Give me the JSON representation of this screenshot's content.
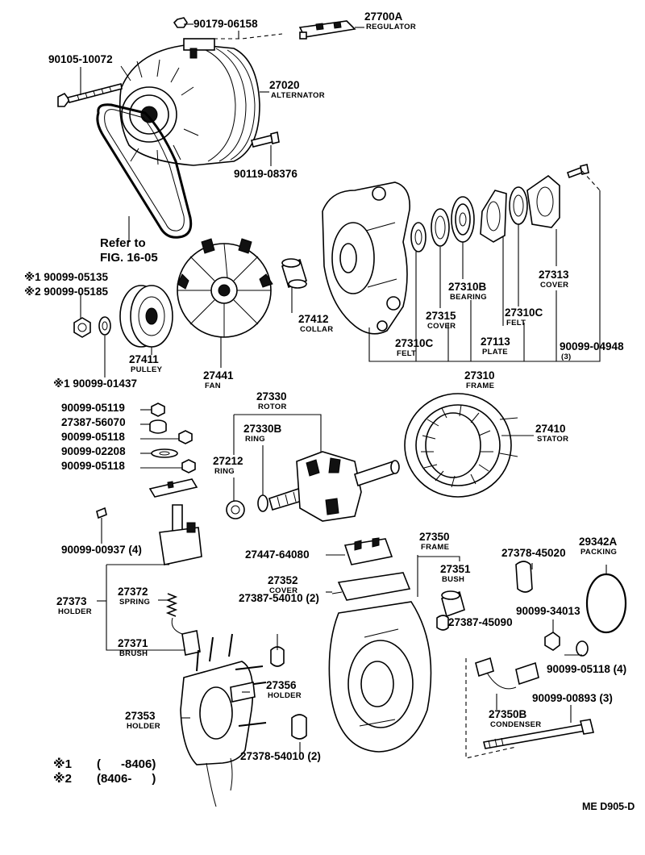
{
  "parts": [
    {
      "id": "p1",
      "number": "90179-06158",
      "name": ""
    },
    {
      "id": "p2",
      "number": "27700A",
      "name": "REGULATOR"
    },
    {
      "id": "p3",
      "number": "90105-10072",
      "name": ""
    },
    {
      "id": "p4",
      "number": "27020",
      "name": "ALTERNATOR"
    },
    {
      "id": "p5",
      "number": "90119-08376",
      "name": ""
    },
    {
      "id": "p7",
      "number": "※1 90099-05135",
      "name": ""
    },
    {
      "id": "p8",
      "number": "※2 90099-05185",
      "name": ""
    },
    {
      "id": "p9",
      "number": "27411",
      "name": "PULLEY"
    },
    {
      "id": "p10",
      "number": "※1 90099-01437",
      "name": ""
    },
    {
      "id": "p11",
      "number": "27441",
      "name": "FAN"
    },
    {
      "id": "p12",
      "number": "27412",
      "name": "COLLAR"
    },
    {
      "id": "p13",
      "number": "27310B",
      "name": "BEARING"
    },
    {
      "id": "p14",
      "number": "27313",
      "name": "COVER"
    },
    {
      "id": "p15",
      "number": "27315",
      "name": "COVER"
    },
    {
      "id": "p16",
      "number": "27310C",
      "name": "FELT"
    },
    {
      "id": "p17",
      "number": "27310C",
      "name": "FELT"
    },
    {
      "id": "p18",
      "number": "27113",
      "name": "PLATE"
    },
    {
      "id": "p19",
      "number": "90099-04948",
      "name": "(3)"
    },
    {
      "id": "p20",
      "number": "27310",
      "name": "FRAME"
    },
    {
      "id": "p21",
      "number": "90099-05119",
      "name": ""
    },
    {
      "id": "p22",
      "number": "27387-56070",
      "name": ""
    },
    {
      "id": "p23",
      "number": "90099-05118",
      "name": ""
    },
    {
      "id": "p24",
      "number": "90099-02208",
      "name": ""
    },
    {
      "id": "p25",
      "number": "90099-05118",
      "name": ""
    },
    {
      "id": "p26",
      "number": "27330",
      "name": "ROTOR"
    },
    {
      "id": "p27",
      "number": "27330B",
      "name": "RING"
    },
    {
      "id": "p28",
      "number": "27212",
      "name": "RING"
    },
    {
      "id": "p29",
      "number": "27410",
      "name": "STATOR"
    },
    {
      "id": "p30",
      "number": "90099-00937 (4)",
      "name": ""
    },
    {
      "id": "p31",
      "number": "27447-64080",
      "name": ""
    },
    {
      "id": "p32",
      "number": "27350",
      "name": "FRAME"
    },
    {
      "id": "p33",
      "number": "27378-45020",
      "name": ""
    },
    {
      "id": "p34",
      "number": "29342A",
      "name": "PACKING"
    },
    {
      "id": "p35",
      "number": "27351",
      "name": "BUSH"
    },
    {
      "id": "p36",
      "number": "27352",
      "name": "COVER"
    },
    {
      "id": "p37",
      "number": "27372",
      "name": "SPRING"
    },
    {
      "id": "p38",
      "number": "27373",
      "name": "HOLDER"
    },
    {
      "id": "p39",
      "number": "27387-54010 (2)",
      "name": ""
    },
    {
      "id": "p40",
      "number": "90099-34013",
      "name": ""
    },
    {
      "id": "p41",
      "number": "27387-45090",
      "name": ""
    },
    {
      "id": "p42",
      "number": "90099-05118 (4)",
      "name": ""
    },
    {
      "id": "p43",
      "number": "27371",
      "name": "BRUSH"
    },
    {
      "id": "p44",
      "number": "27356",
      "name": "HOLDER"
    },
    {
      "id": "p45",
      "number": "90099-00893 (3)",
      "name": ""
    },
    {
      "id": "p46",
      "number": "27350B",
      "name": "CONDENSER"
    },
    {
      "id": "p47",
      "number": "27353",
      "name": "HOLDER"
    },
    {
      "id": "p48",
      "number": "27378-54010 (2)",
      "name": ""
    }
  ],
  "refer": {
    "line1": "Refer to",
    "line2": "FIG. 16-05"
  },
  "footnotes": [
    {
      "mark": "※1",
      "range": "(      -8406)"
    },
    {
      "mark": "※2",
      "range": "(8406-      )"
    }
  ],
  "code": "ME D905-D"
}
